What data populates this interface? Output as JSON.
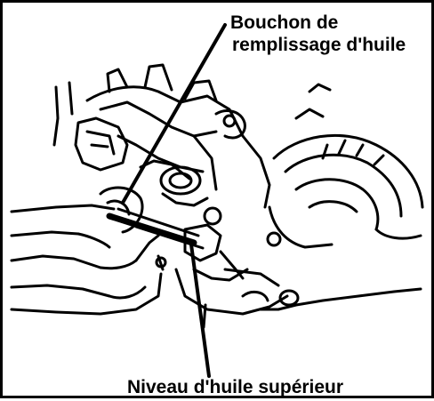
{
  "labels": {
    "oil_fill_cap_line1": "Bouchon de",
    "oil_fill_cap_line2": "remplissage d'huile",
    "upper_oil_level": "Niveau d'huile supérieur"
  }
}
